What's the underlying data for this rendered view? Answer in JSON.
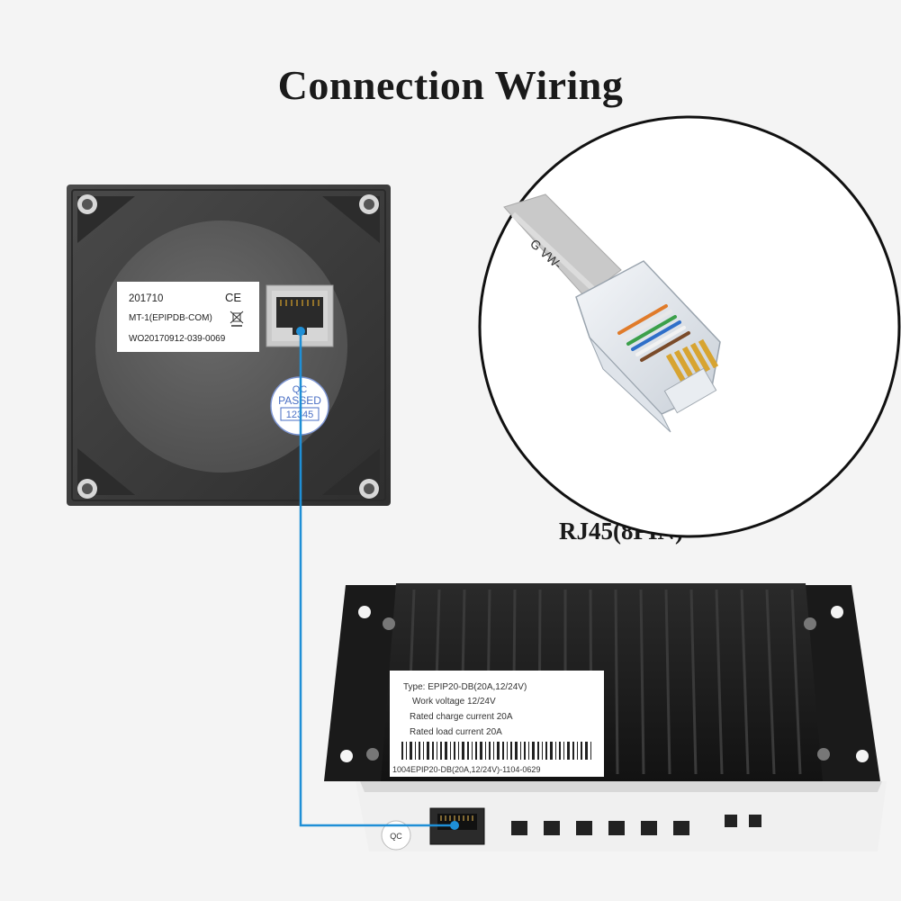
{
  "title": "Connection Wiring",
  "connector_caption": "RJ45(8PIN)",
  "meter_label": {
    "line1": "201710",
    "mark": "CE",
    "line2": "MT-1(EPIPDB-COM)",
    "line3": "WO20170912-039-0069"
  },
  "qc_sticker": {
    "line1": "QC",
    "line2": "PASSED",
    "line3": "12345"
  },
  "cable_print": "G VW-",
  "controller_label": {
    "type_line": "Type: EPIP20-DB(20A,12/24V)",
    "voltage_line": "Work voltage 12/24V",
    "charge_line": "Rated charge current 20A",
    "load_line": "Rated load current 20A",
    "serial_line": "1004EPIP20-DB(20A,12/24V)-1104-0629"
  },
  "controller_sticker": "QC",
  "colors": {
    "background": "#f4f4f4",
    "wire": "#1f8fd6",
    "meter_body": "#3b3b3b",
    "controller_body": "#1c1c1c"
  },
  "icons": [
    "weee-bin-icon",
    "rj45-port-icon",
    "rj45-plug-icon"
  ]
}
